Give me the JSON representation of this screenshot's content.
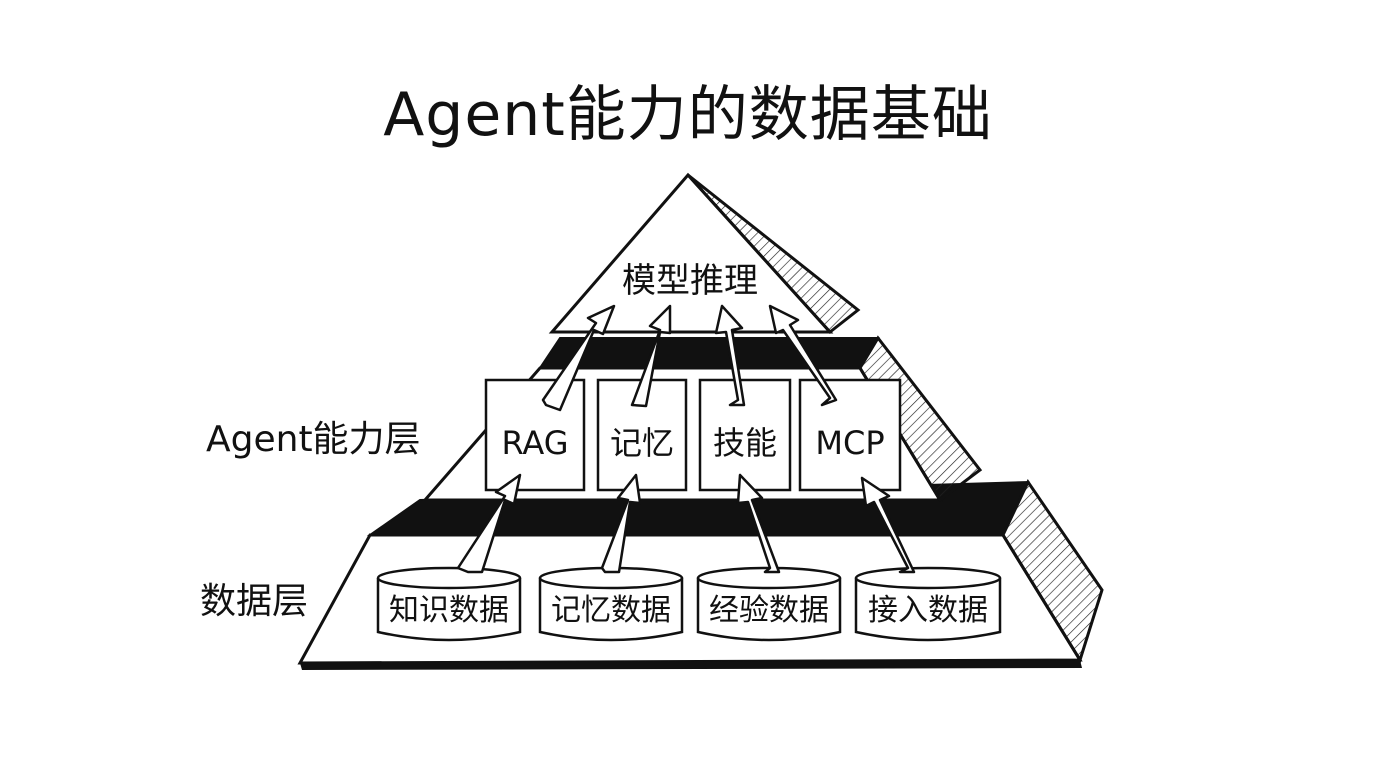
{
  "title": "Agent能力的数据基础",
  "layers": {
    "top": {
      "label": "模型推理"
    },
    "agent": {
      "label": "Agent能力层",
      "items": [
        "RAG",
        "记忆",
        "技能",
        "MCP"
      ]
    },
    "data": {
      "label": "数据层",
      "items": [
        "知识数据",
        "记忆数据",
        "经验数据",
        "接入数据"
      ]
    }
  }
}
